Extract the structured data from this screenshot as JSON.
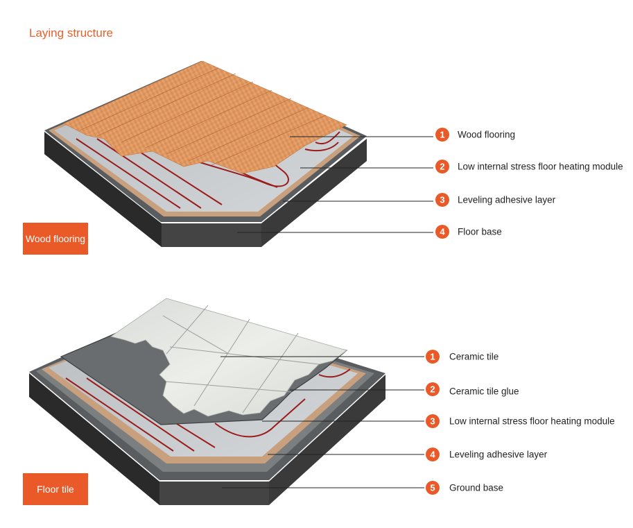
{
  "title": "Laying structure",
  "colors": {
    "accent": "#ea5a28",
    "leader": "#222222",
    "pipe": "#9b1b1b",
    "base": "#3c3c3c"
  },
  "sections": [
    {
      "badge": "Wood flooring",
      "layers": [
        {
          "num": "1",
          "label": "Wood flooring"
        },
        {
          "num": "2",
          "label": "Low internal stress floor heating module"
        },
        {
          "num": "3",
          "label": "Leveling adhesive layer"
        },
        {
          "num": "4",
          "label": "Floor base"
        }
      ]
    },
    {
      "badge": "Floor tile",
      "layers": [
        {
          "num": "1",
          "label": "Ceramic tile"
        },
        {
          "num": "2",
          "label": "Ceramic tile glue"
        },
        {
          "num": "3",
          "label": "Low internal stress floor heating module"
        },
        {
          "num": "4",
          "label": "Leveling adhesive layer"
        },
        {
          "num": "5",
          "label": "Ground base"
        }
      ]
    }
  ]
}
